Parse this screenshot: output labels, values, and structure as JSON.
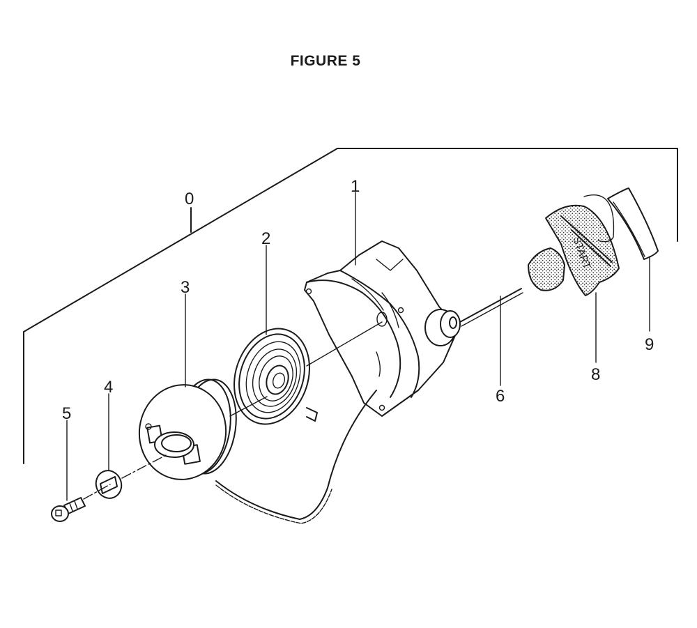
{
  "figure_title": "FIGURE 5",
  "callouts": [
    {
      "id": "assembly",
      "label": "0"
    },
    {
      "id": "case",
      "label": "1"
    },
    {
      "id": "spring",
      "label": "2"
    },
    {
      "id": "reel",
      "label": "3"
    },
    {
      "id": "washer",
      "label": "4"
    },
    {
      "id": "bolt",
      "label": "5"
    },
    {
      "id": "rope",
      "label": "6"
    },
    {
      "id": "handle",
      "label": "8"
    },
    {
      "id": "grip-cover",
      "label": "9"
    }
  ],
  "handle_text": "START"
}
